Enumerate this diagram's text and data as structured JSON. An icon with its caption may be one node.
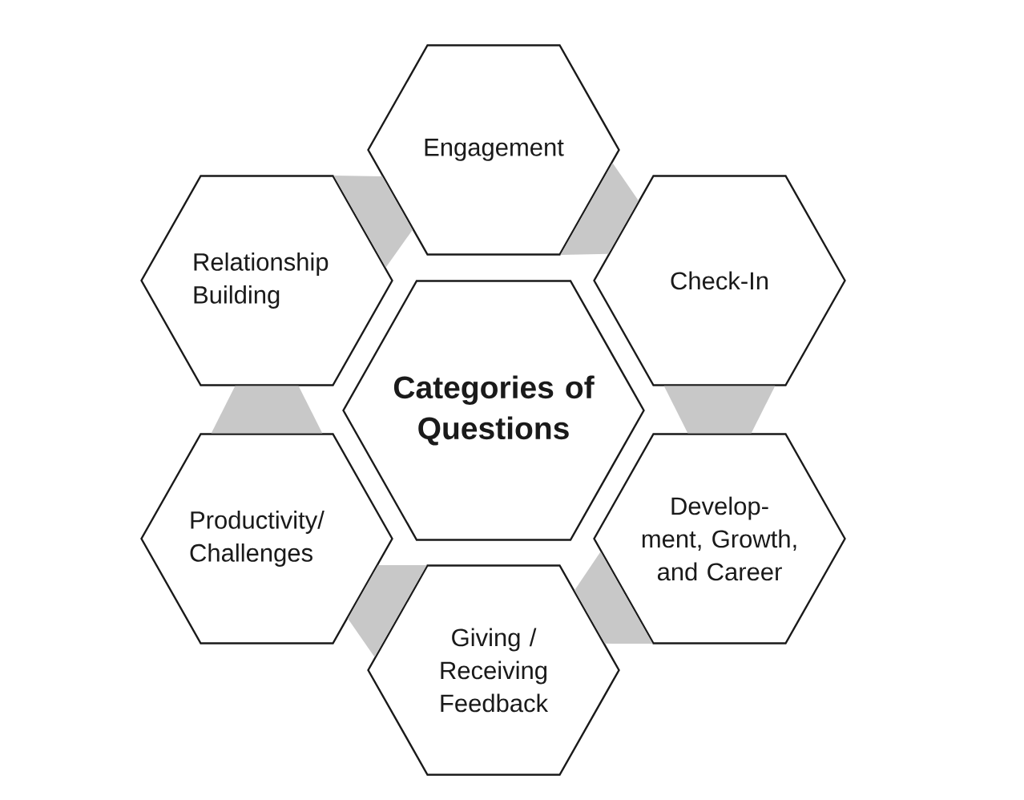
{
  "diagram": {
    "nodes": [
      {
        "text": [
          "Engagement"
        ]
      },
      {
        "text": [
          "Relationship Building"
        ]
      },
      {
        "text": [
          "Check-In"
        ]
      },
      {
        "text": [
          "Categories of Questions"
        ]
      },
      {
        "text": [
          "Productivity/ Challenges"
        ]
      },
      {
        "text": [
          "Develop- ment, Growth, and Career"
        ]
      },
      {
        "text": [
          "Giving / Receiving Feedback"
        ]
      }
    ],
    "edges": [
      {
        "from": 0,
        "to": 2,
        "arrow": "none"
      },
      {
        "from": 2,
        "to": 5,
        "arrow": "none"
      },
      {
        "from": 5,
        "to": 6,
        "arrow": "none"
      },
      {
        "from": 6,
        "to": 4,
        "arrow": "none"
      },
      {
        "from": 4,
        "to": 1,
        "arrow": "none"
      },
      {
        "from": 1,
        "to": 0,
        "arrow": "none"
      }
    ]
  }
}
